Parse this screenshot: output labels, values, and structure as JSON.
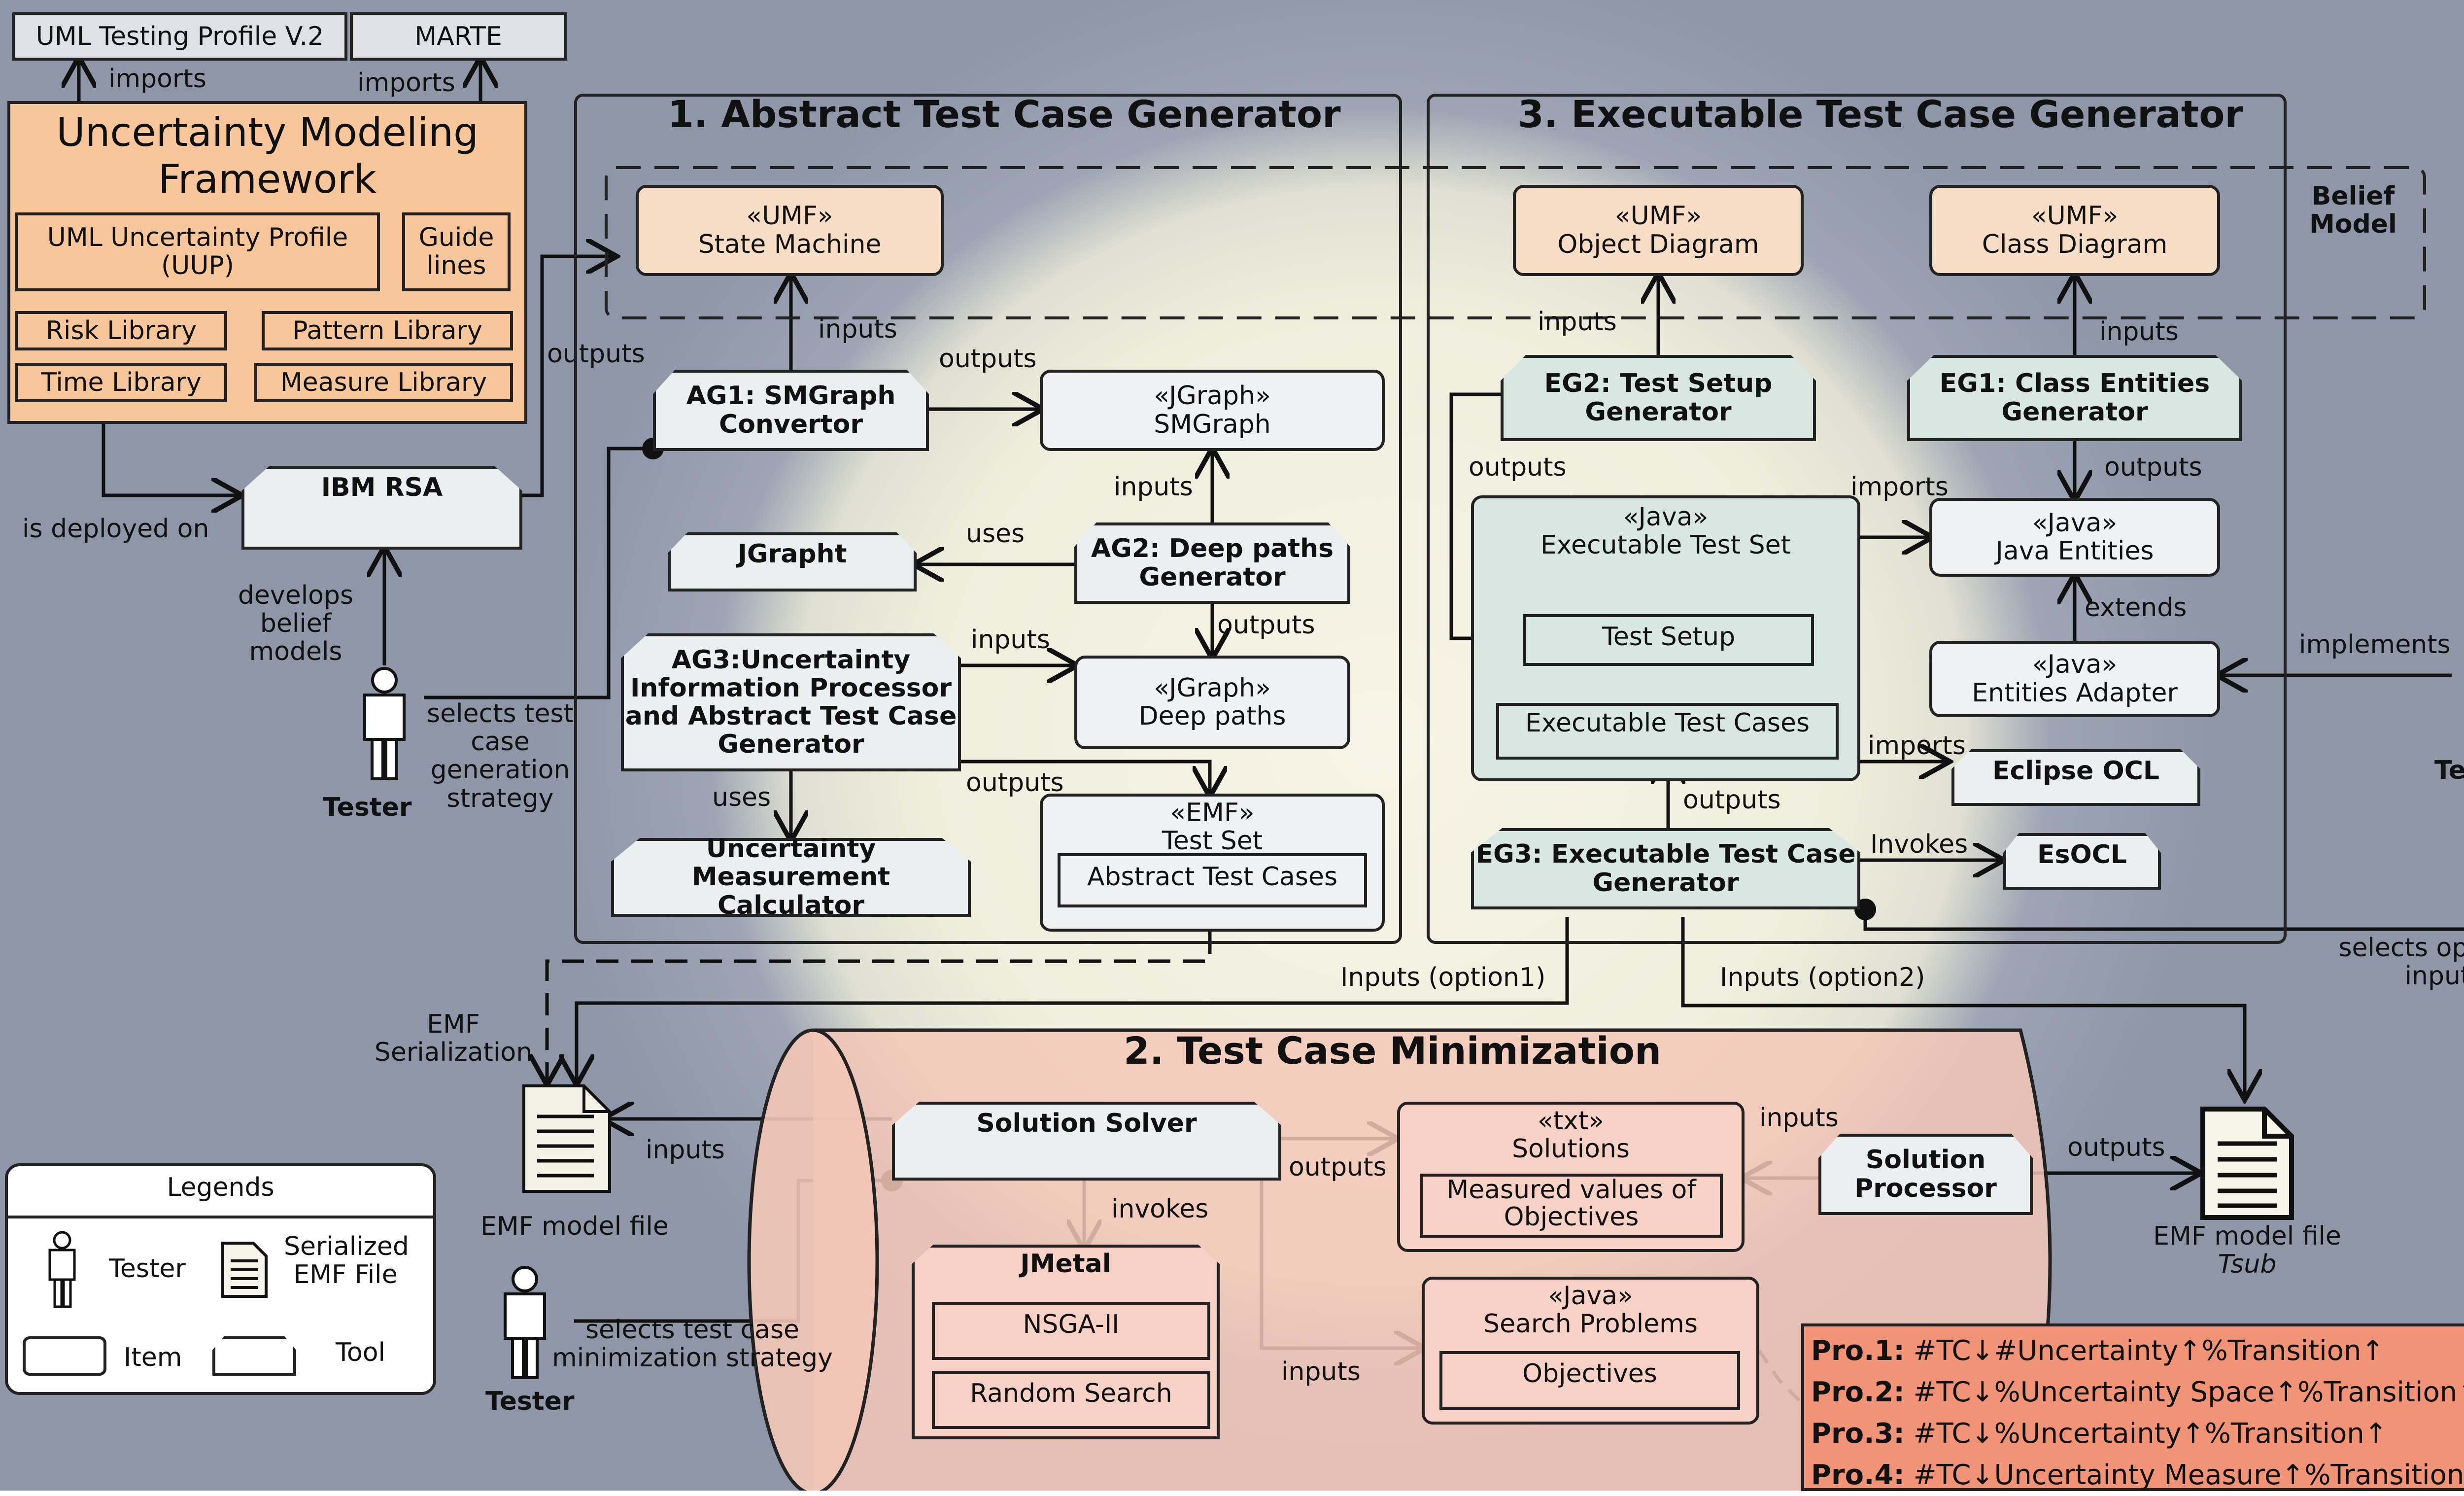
{
  "external": {
    "utp": "UML Testing Profile V.2",
    "marte": "MARTE",
    "imports1": "imports",
    "imports2": "imports"
  },
  "umf": {
    "title": "Uncertainty Modeling Framework",
    "uup": "UML Uncertainty Profile (UUP)",
    "guide": "Guide lines",
    "risk": "Risk Library",
    "pattern": "Pattern Library",
    "time": "Time Library",
    "measure": "Measure Library"
  },
  "left": {
    "deployed": "is  deployed on",
    "ibm": "IBM RSA",
    "develops": "develops belief models",
    "tester": "Tester",
    "selects": "selects test case generation strategy",
    "outputs": "outputs"
  },
  "section1": {
    "title": "1. Abstract Test Case Generator",
    "state_machine_stereo": "«UMF»",
    "state_machine": "State Machine",
    "inputs": "inputs",
    "outputs": "outputs",
    "ag1": "AG1: SMGraph Convertor",
    "smgraph_stereo": "«JGraph»",
    "smgraph": "SMGraph",
    "jgrapht": "JGrapht",
    "uses": "uses",
    "ag2": "AG2: Deep paths Generator",
    "inputs2": "inputs",
    "outputs2": "outputs",
    "ag3": "AG3:Uncertainty Information Processor and Abstract Test Case Generator",
    "inputs3": "inputs",
    "deep_stereo": "«JGraph»",
    "deep": "Deep paths",
    "uses2": "uses",
    "outputs3": "outputs",
    "umc": "Uncertainty Measurement Calculator",
    "testset_stereo": "«EMF»",
    "testset": "Test Set",
    "abstract_tc": "Abstract Test Cases"
  },
  "section3": {
    "title": "3. Executable Test Case Generator",
    "belief": "Belief Model",
    "obj_stereo": "«UMF»",
    "obj": "Object Diagram",
    "class_stereo": "«UMF»",
    "class": "Class Diagram",
    "inputs_eg2": "inputs",
    "inputs_eg1": "inputs",
    "eg2": "EG2: Test Setup Generator",
    "eg1": "EG1: Class Entities Generator",
    "outputs_a": "outputs",
    "outputs_b": "outputs",
    "ets_stereo": "«Java»",
    "ets": "Executable Test Set",
    "imports": "imports",
    "je_stereo": "«Java»",
    "je": "Java Entities",
    "test_setup": "Test Setup",
    "extends": "extends",
    "ea_stereo": "«Java»",
    "ea": "Entities Adapter",
    "etc": "Executable Test Cases",
    "implements": "implements",
    "tester": "Tester",
    "imports2": "imports",
    "eclipse_ocl": "Eclipse OCL",
    "outputs_c": "outputs",
    "eg3": "EG3: Executable Test Case Generator",
    "invokes": "Invokes",
    "esocl": "EsOCL",
    "selects_option": "selects option of inputs"
  },
  "middle": {
    "inputs_opt1": "Inputs (option1)",
    "inputs_opt2": "Inputs (option2)",
    "emf_serial": "EMF Serialization"
  },
  "section2": {
    "title": "2. Test Case Minimization",
    "solver": "Solution Solver",
    "inputs": "inputs",
    "outputs": "outputs",
    "sol_stereo": "«txt»",
    "sol": "Solutions",
    "measured": "Measured values of Objectives",
    "inputs2": "inputs",
    "processor": "Solution Processor",
    "outputs2": "outputs",
    "invokes": "invokes",
    "jmetal": "JMetal",
    "nsga": "NSGA-II",
    "random": "Random Search",
    "inputs3": "inputs",
    "sp_stereo": "«Java»",
    "sp": "Search Problems",
    "objectives": "Objectives",
    "emf_file": "EMF model file",
    "emf_tsub_label": "EMF model file",
    "tsub": "Tsub",
    "tester": "Tester",
    "selects_min": "selects test case minimization strategy"
  },
  "problems": [
    {
      "name": "Pro.1:",
      "text": " #TC↓#Uncertainty↑%Transition↑"
    },
    {
      "name": "Pro.2:",
      "text": " #TC↓%Uncertainty Space↑%Transition↑"
    },
    {
      "name": "Pro.3:",
      "text": " #TC↓%Uncertainty↑%Transition↑"
    },
    {
      "name": "Pro.4:",
      "text": " #TC↓Uncertainty Measure↑%Transition↑"
    }
  ],
  "legend": {
    "title": "Legends",
    "tester": "Tester",
    "serialized": "Serialized EMF File",
    "item": "Item",
    "tool": "Tool"
  }
}
